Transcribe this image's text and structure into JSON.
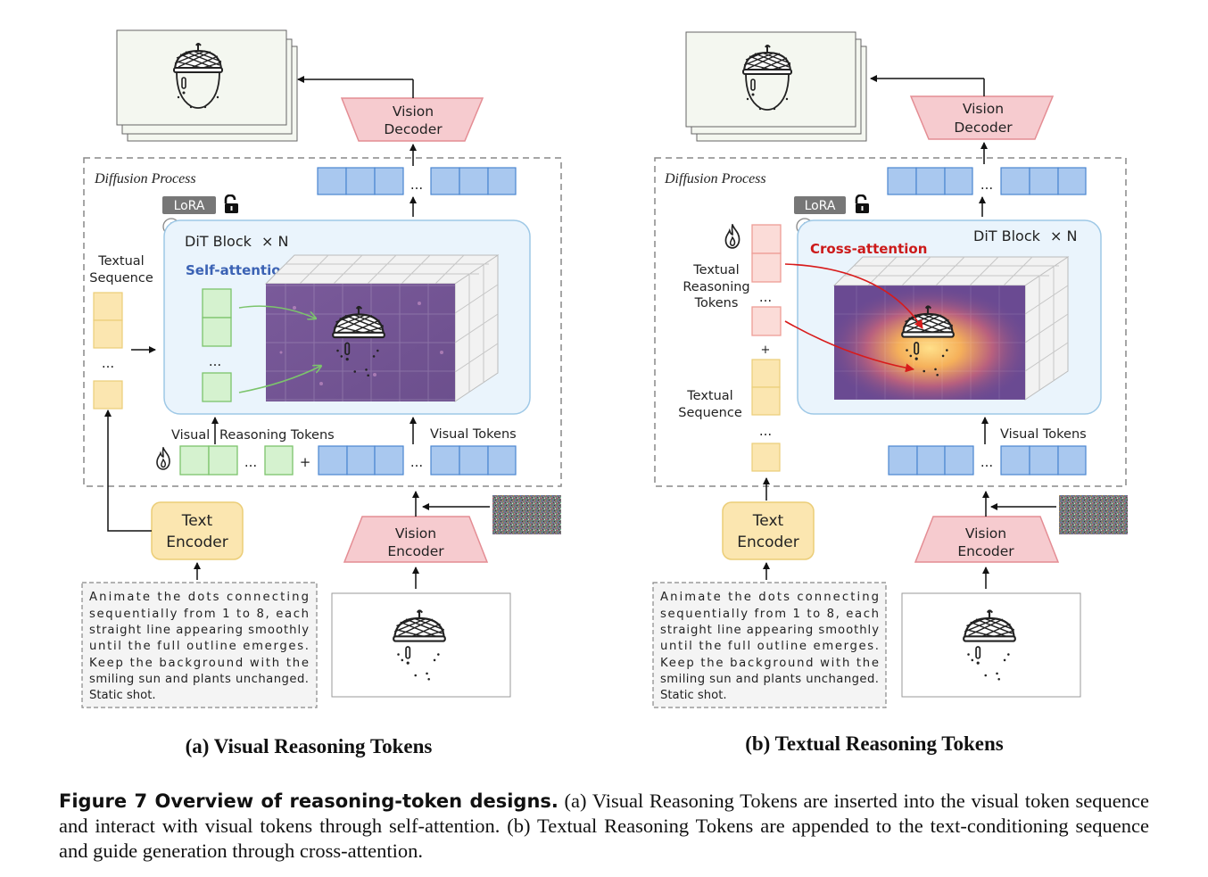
{
  "panel_a": {
    "diffusion_label": "Diffusion Process",
    "lora": "LoRA",
    "dit_block": "DiT Block",
    "times_n": "× N",
    "attention_label": "Self-attention",
    "textual_sequence": [
      "Textual",
      "Sequence"
    ],
    "visual_reasoning_label": "Visual",
    "reasoning_tokens_label": "Reasoning Tokens",
    "visual_tokens_label": "Visual Tokens",
    "ellipsis": "...",
    "plus": "+",
    "vision_decoder": [
      "Vision",
      "Decoder"
    ],
    "vision_encoder": [
      "Vision",
      "Encoder"
    ],
    "text_encoder": [
      "Text",
      "Encoder"
    ],
    "prompt_lines": [
      "Animate the dots connecting",
      "sequentially from 1 to 8, each",
      "straight line appearing smoothly",
      "until the full outline emerges.",
      "Keep the background with the",
      "smiling sun and plants unchanged.",
      "Static shot."
    ],
    "subcaption": "(a) Visual Reasoning Tokens"
  },
  "panel_b": {
    "diffusion_label": "Diffusion Process",
    "lora": "LoRA",
    "dit_block": "DiT Block",
    "times_n": "× N",
    "attention_label": "Cross-attention",
    "textual_reasoning_tokens": [
      "Textual",
      "Reasoning",
      "Tokens"
    ],
    "textual_sequence": [
      "Textual",
      "Sequence"
    ],
    "visual_tokens_label": "Visual Tokens",
    "ellipsis": "...",
    "plus": "+",
    "vision_decoder": [
      "Vision",
      "Decoder"
    ],
    "vision_encoder": [
      "Vision",
      "Encoder"
    ],
    "text_encoder": [
      "Text",
      "Encoder"
    ],
    "prompt_lines": [
      "Animate the dots connecting",
      "sequentially from 1 to 8, each",
      "straight line appearing smoothly",
      "until the full outline emerges.",
      "Keep the background with the",
      "smiling sun and plants unchanged.",
      "Static shot."
    ],
    "subcaption": "(b) Textual Reasoning Tokens"
  },
  "caption": {
    "label": "Figure 7  Overview of reasoning-token designs.",
    "text": " (a) Visual Reasoning Tokens are inserted into the visual token sequence and interact with visual tokens through self-attention. (b) Textual Reasoning Tokens are appended to the text-conditioning sequence and guide generation through cross-attention."
  },
  "colors": {
    "visual_token": "#a9c8ef",
    "visual_token_stroke": "#4a86d0",
    "reasoning_visual": "#d5f2cf",
    "reasoning_visual_stroke": "#7cc46c",
    "text_token": "#fbe6b0",
    "text_token_stroke": "#ebcd77",
    "textual_reasoning": "#fbdcd8",
    "textual_reasoning_stroke": "#ee9d96",
    "vision_trapezoid": "#f6cbcf",
    "vision_trapezoid_stroke": "#e48d94",
    "dit_block": "#eaf4fc",
    "dit_block_stroke": "#9ec8e6",
    "self_attention": "#3b62b4",
    "cross_attention": "#cc1a1a",
    "lora_badge": "#777777"
  },
  "icons": [
    "flame-icon",
    "unlock-icon",
    "plus-circle-icon",
    "acorn-icon",
    "noise-image",
    "attention-heatmap"
  ]
}
